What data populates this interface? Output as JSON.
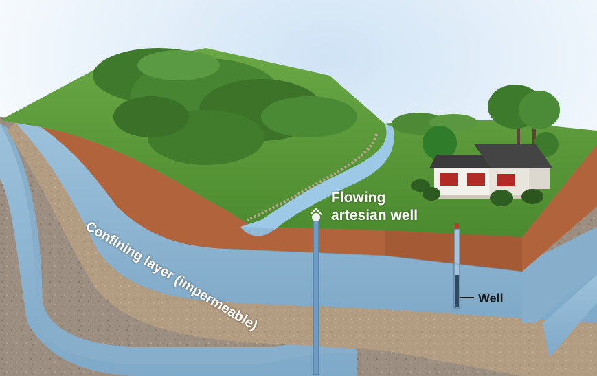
{
  "labels": {
    "flowing_well_line1": "Flowing",
    "flowing_well_line2": "artesian well",
    "confining_layer": "Confining layer (impermeable)",
    "well": "Well"
  },
  "colors": {
    "sky": "#d7e8f6",
    "grass": "#5e9a3a",
    "grass_dark": "#4a7f2c",
    "forest": "#3f7a2c",
    "soil": "#b1643c",
    "aquifer": "#8fb6d3",
    "confining_layer": "#b39d82",
    "bedrock": "#9c8f82",
    "stream": "#9ec9e6",
    "house_wall": "#f3f1ec",
    "house_roof": "#3b3b3b",
    "house_window": "#b22a25"
  }
}
